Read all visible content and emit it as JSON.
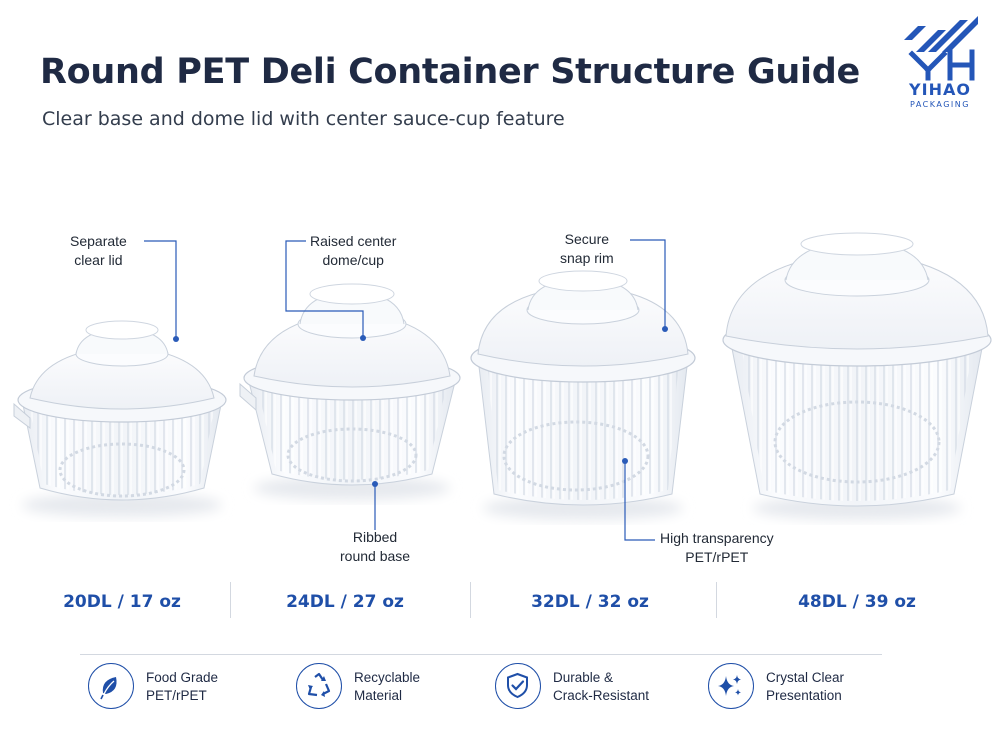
{
  "header": {
    "title": "Round PET Deli Container Structure Guide",
    "subtitle": "Clear base and dome lid with center sauce-cup feature"
  },
  "brand": {
    "name": "YIHAO",
    "tagline": "PACKAGING",
    "logo_icon": "yh-monogram-icon",
    "color": "#2456b8"
  },
  "callouts": [
    {
      "line1": "Separate",
      "line2": "clear lid"
    },
    {
      "line1": "Raised center",
      "line2": "dome/cup"
    },
    {
      "line1": "Secure",
      "line2": "snap rim"
    },
    {
      "line1": "Ribbed",
      "line2": "round base"
    },
    {
      "line1": "High transparency",
      "line2": "PET/rPET"
    }
  ],
  "sizes": [
    {
      "label": "20DL / 17 oz"
    },
    {
      "label": "24DL / 27 oz"
    },
    {
      "label": "32DL / 32 oz"
    },
    {
      "label": "48DL / 39 oz"
    }
  ],
  "features": [
    {
      "icon": "leaf-icon",
      "line1": "Food Grade",
      "line2": "PET/rPET"
    },
    {
      "icon": "recycle-icon",
      "line1": "Recyclable",
      "line2": "Material"
    },
    {
      "icon": "shield-check-icon",
      "line1": "Durable &",
      "line2": "Crack-Resistant"
    },
    {
      "icon": "sparkle-icon",
      "line1": "Crystal Clear",
      "line2": "Presentation"
    }
  ],
  "colors": {
    "accent": "#1f4fa8",
    "title": "#1f2a44",
    "leader_line": "#2a5bb8"
  }
}
